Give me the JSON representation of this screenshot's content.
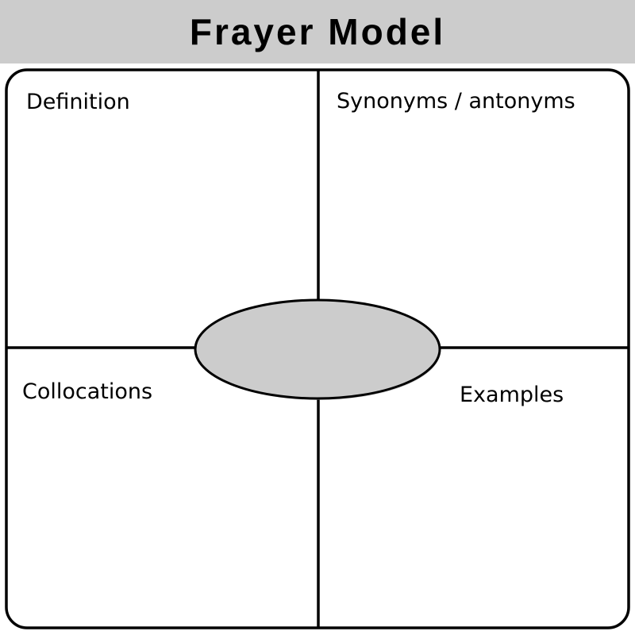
{
  "title": "Frayer Model",
  "quadrants": {
    "top_left": "Definition",
    "top_right": "Synonyms / antonyms",
    "bottom_left": "Collocations",
    "bottom_right": "Examples"
  },
  "center": {
    "text": ""
  },
  "colors": {
    "title_bar": "#cccccc",
    "center_fill": "#cccccc",
    "lines": "#000000"
  }
}
